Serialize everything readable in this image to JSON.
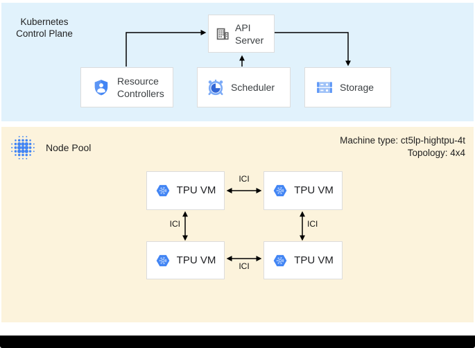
{
  "control_plane": {
    "title": "Kubernetes Control Plane",
    "api_server": "API Server",
    "resource_controllers": "Resource Controllers",
    "scheduler": "Scheduler",
    "storage": "Storage"
  },
  "node_pool": {
    "title": "Node Pool",
    "machine_type": "Machine type: ct5lp-hightpu-4t",
    "topology": "Topology: 4x4",
    "vms": [
      "TPU VM",
      "TPU VM",
      "TPU VM",
      "TPU VM"
    ],
    "ici_labels": [
      "ICI",
      "ICI",
      "ICI",
      "ICI"
    ]
  },
  "icons": {
    "api_server": "building-icon",
    "resource_controllers": "shield-user-icon",
    "scheduler": "alarm-clock-icon",
    "storage": "storage-disks-icon",
    "tpu_vm": "hexagon-gear-icon",
    "node_pool": "halftone-dots-icon"
  },
  "colors": {
    "control_plane_bg": "#E1F2FC",
    "node_pool_bg": "#FCF3DC",
    "box_border": "#DCDCDC",
    "google_blue": "#4285F4",
    "blue_dark": "#3367D6",
    "blue_light": "#A8C7FA",
    "icon_gray": "#616161",
    "arrow": "#000000"
  }
}
